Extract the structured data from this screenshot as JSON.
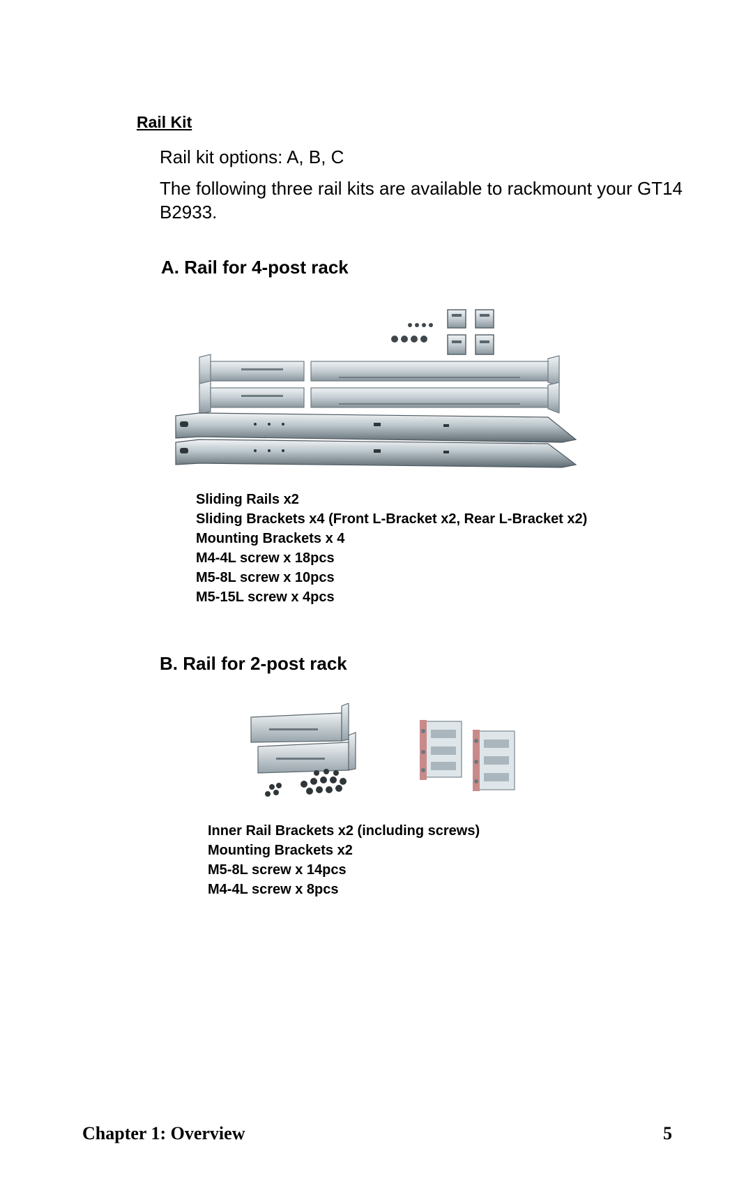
{
  "section_title": "Rail Kit",
  "options_line": "Rail kit options: A, B, C",
  "intro": "The following three rail kits are available to rackmount your GT14 B2933.",
  "kit_a": {
    "heading": "A. Rail for 4-post rack",
    "items": [
      "Sliding Rails x2",
      "Sliding Brackets x4 (Front L-Bracket x2, Rear L-Bracket x2)",
      "Mounting Brackets x 4",
      "M4-4L screw x 18pcs",
      "M5-8L screw x 10pcs",
      "M5-15L screw x 4pcs"
    ]
  },
  "kit_b": {
    "heading": "B. Rail for 2-post rack",
    "items": [
      "Inner Rail Brackets x2 (including screws)",
      "Mounting Brackets x2",
      "M5-8L screw x 14pcs",
      "M4-4L screw x 8pcs"
    ]
  },
  "footer": {
    "chapter": "Chapter 1: Overview",
    "page_number": "5"
  },
  "colors": {
    "metal_light": "#dfe6ea",
    "metal_mid": "#aab6bd",
    "metal_dark": "#6c7880",
    "accent_red": "#c98a8a"
  }
}
